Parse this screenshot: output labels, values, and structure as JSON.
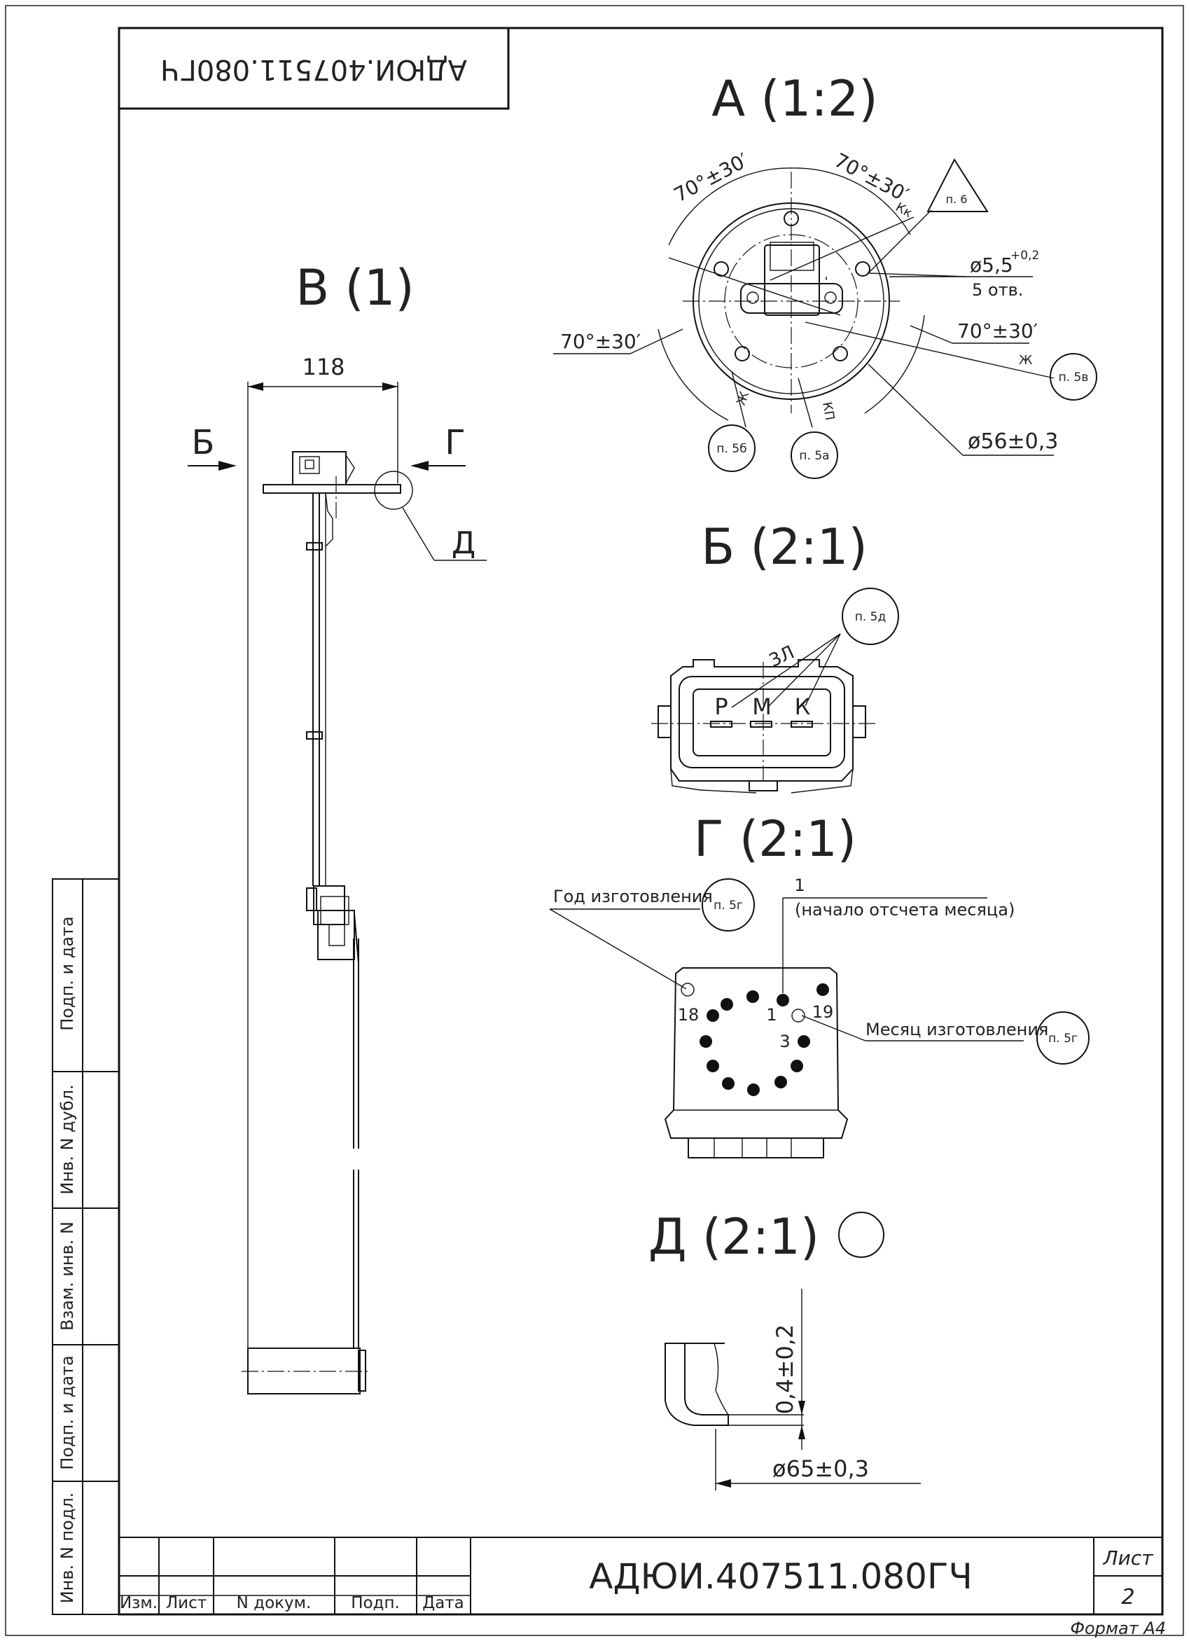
{
  "stamp_code_mirrored": "АДЮИ.407511.080ГЧ",
  "views": {
    "a": {
      "title": "А  (1:2)",
      "angle_top_left": "70°±30′",
      "angle_top_right": "70°±30′",
      "mark_kk": "Кк",
      "angle_left": "70°±30′",
      "angle_right": "70°±30′",
      "mark_right": "Ж",
      "hole_dia": "ø5,5",
      "hole_tol": "+0,2",
      "hole_count": "5 отв.",
      "outer_dia": "ø56±0,3",
      "mark_bottom_left": "Ж",
      "mark_bottom_right": "КП"
    },
    "v": {
      "title": "В  (1)",
      "dim_width": "118",
      "arrow_b": "Б",
      "arrow_g": "Г",
      "callout_d": "Д"
    },
    "b": {
      "title": "Б  (2:1)",
      "dim_3l": "3Л",
      "pin_p": "Р",
      "pin_m": "М",
      "pin_k": "К"
    },
    "g": {
      "title": "Г  (2:1)",
      "year_label": "Год изготовления",
      "month_start_num": "1",
      "month_start_note": "(начало отсчета месяца)",
      "month_label": "Месяц изготовления",
      "num_18": "18",
      "num_1": "1",
      "num_19": "19",
      "num_3": "3"
    },
    "d": {
      "title": "Д  (2:1)",
      "dim_thickness": "0,4±0,2",
      "dim_dia": "ø65±0,3"
    }
  },
  "notes": {
    "n6": "п. 6",
    "n5v": "п. 5в",
    "n5b": "п. 5б",
    "n5a": "п. 5а",
    "n5d": "п. 5д",
    "n5g_year": "п. 5г",
    "n5g_month": "п. 5г"
  },
  "side_stamp": {
    "cells": [
      "Инв. N подл.",
      "Подп. и дата",
      "Взам. инв. N",
      "Инв. N дубл.",
      "Подп. и дата"
    ]
  },
  "title_block": {
    "code": "АДЮИ.407511.080ГЧ",
    "col_izm": "Изм.",
    "col_list": "Лист",
    "col_doc": "N докум.",
    "col_podp": "Подп.",
    "col_data": "Дата",
    "sheet_label": "Лист",
    "sheet_no": "2"
  },
  "format_label": "Формат А4"
}
